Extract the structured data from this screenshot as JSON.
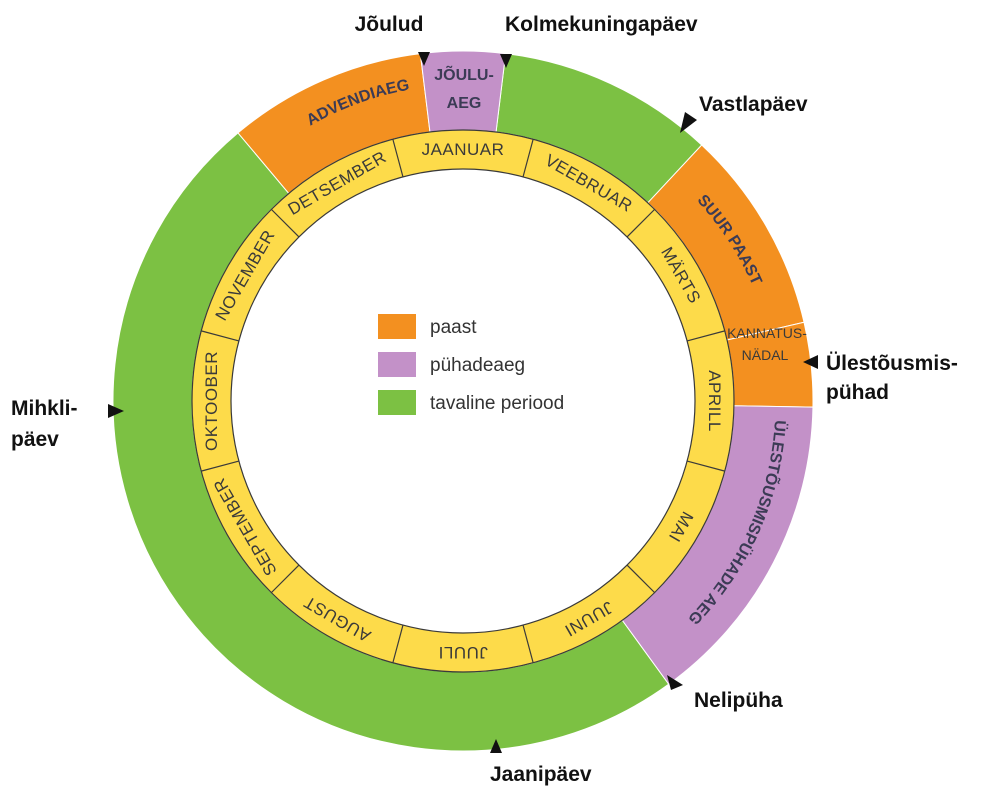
{
  "colors": {
    "paast": "#f39020",
    "pyhadeaeg": "#c391c8",
    "tavaline": "#7cc143",
    "month_ring": "#fddb4a",
    "month_border": "#3a3a3a"
  },
  "months": [
    "JAANUAR",
    "VEEBRUAR",
    "MÄRTS",
    "APRILL",
    "MAI",
    "JUUNI",
    "JUULI",
    "AUGUST",
    "SEPTEMBER",
    "OKTOOBER",
    "NOVEMBER",
    "DETSEMBER"
  ],
  "seasons": {
    "advent": "ADVENDIAEG",
    "christmas": [
      "JÕULU-",
      "AEG"
    ],
    "lent": "SUUR PAAST",
    "holy_week": [
      "KANNATUS-",
      "NÄDAL"
    ],
    "easter": "ÜLESTÕUSMISPÜHADE AEG"
  },
  "markers": {
    "christmas": "Jõulud",
    "epiphany": "Kolmekuningapäev",
    "shrove": "Vastlapäev",
    "easter": [
      "Ülestõusmis-",
      "pühad"
    ],
    "pentecost": "Nelipüha",
    "midsummer": "Jaanipäev",
    "michaelmas": [
      "Mihkli-",
      "päev"
    ]
  },
  "legend": [
    {
      "label": "paast",
      "color": "#f39020"
    },
    {
      "label": "pühadeaeg",
      "color": "#c391c8"
    },
    {
      "label": "tavaline periood",
      "color": "#7cc143"
    }
  ]
}
